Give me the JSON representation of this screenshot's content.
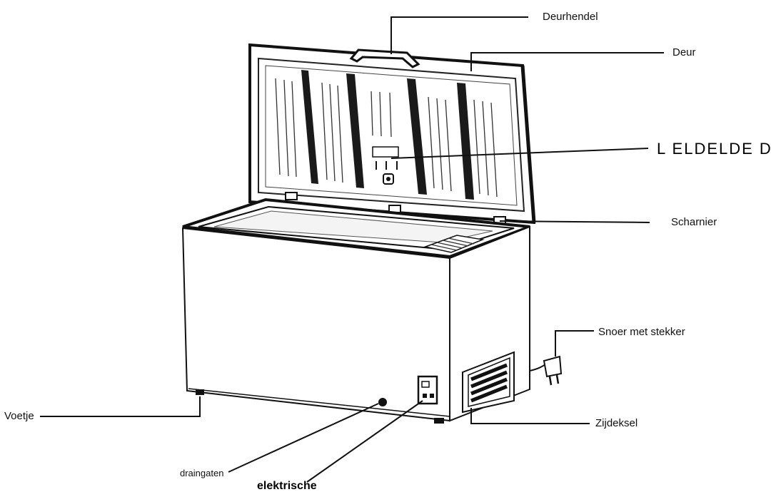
{
  "labels": {
    "handle": "Deurhendel",
    "door": "Deur",
    "led": "L ELDELDE D",
    "hinge": "Scharnier",
    "cord": "Snoer met stekker",
    "side_cover": "Zijdeksel",
    "foot": "Voetje",
    "drain": "draingaten",
    "electric": "elektrische"
  }
}
